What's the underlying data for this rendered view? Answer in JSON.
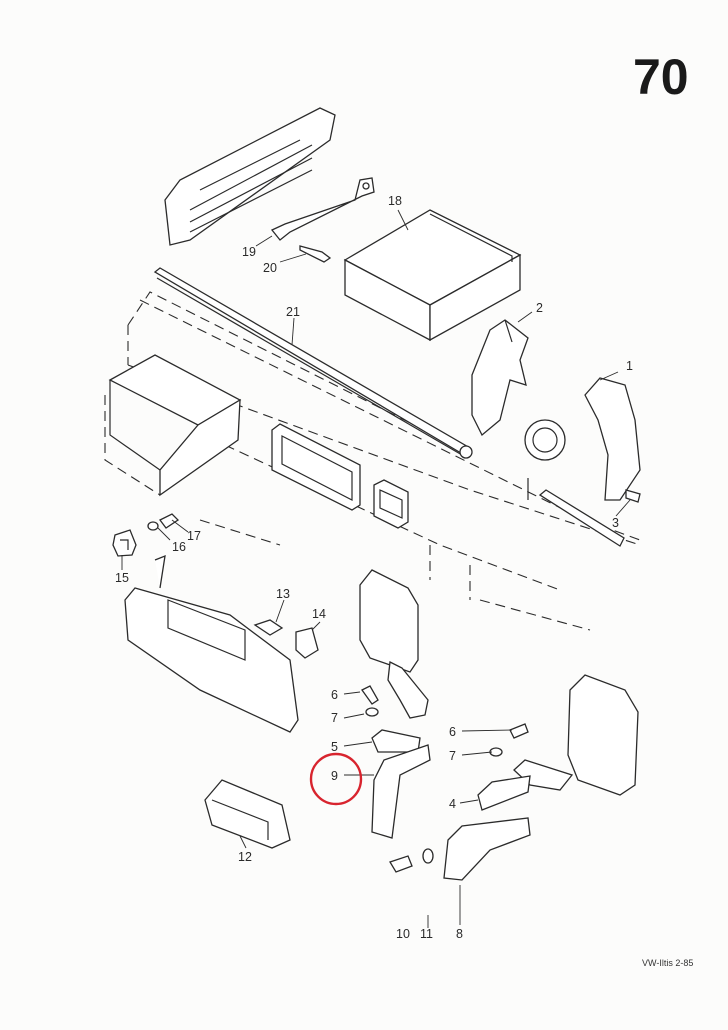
{
  "page_number": "70",
  "footer_code": "VW-Iltis 2-85",
  "highlight_color": "#d8242e",
  "parts": [
    {
      "id": "p1",
      "label": "1"
    },
    {
      "id": "p2",
      "label": "2"
    },
    {
      "id": "p3",
      "label": "3"
    },
    {
      "id": "p4",
      "label": "4"
    },
    {
      "id": "p5",
      "label": "5"
    },
    {
      "id": "p6a",
      "label": "6"
    },
    {
      "id": "p6b",
      "label": "6"
    },
    {
      "id": "p7a",
      "label": "7"
    },
    {
      "id": "p7b",
      "label": "7"
    },
    {
      "id": "p8",
      "label": "8"
    },
    {
      "id": "p9",
      "label": "9",
      "highlighted": true
    },
    {
      "id": "p10",
      "label": "10"
    },
    {
      "id": "p11",
      "label": "11"
    },
    {
      "id": "p12",
      "label": "12"
    },
    {
      "id": "p13",
      "label": "13"
    },
    {
      "id": "p14",
      "label": "14"
    },
    {
      "id": "p15",
      "label": "15"
    },
    {
      "id": "p16",
      "label": "16"
    },
    {
      "id": "p17",
      "label": "17"
    },
    {
      "id": "p18",
      "label": "18"
    },
    {
      "id": "p19",
      "label": "19"
    },
    {
      "id": "p20",
      "label": "20"
    },
    {
      "id": "p21",
      "label": "21"
    }
  ]
}
